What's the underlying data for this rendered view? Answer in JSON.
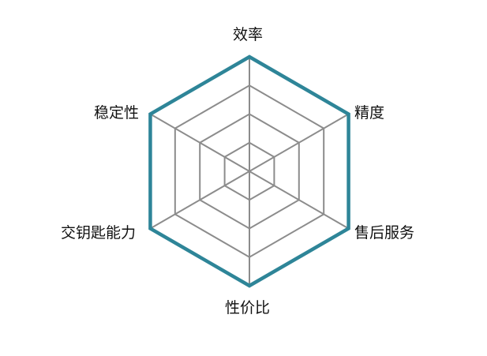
{
  "chart_data": {
    "type": "radar",
    "title": "",
    "categories": [
      "效率",
      "精度",
      "售后服务",
      "性价比",
      "交钥匙能力",
      "稳定性"
    ],
    "series": [
      {
        "name": "",
        "values": [
          4,
          4,
          4,
          4,
          4,
          4
        ],
        "color": "#2E8598"
      }
    ],
    "rlim": [
      0,
      4
    ],
    "grid_levels": 4,
    "grid_color": "#8C8C8C",
    "legend": "none"
  },
  "labels": {
    "axis0": "效率",
    "axis1": "精度",
    "axis2": "售后服务",
    "axis3": "性价比",
    "axis4": "交钥匙能力",
    "axis5": "稳定性"
  }
}
